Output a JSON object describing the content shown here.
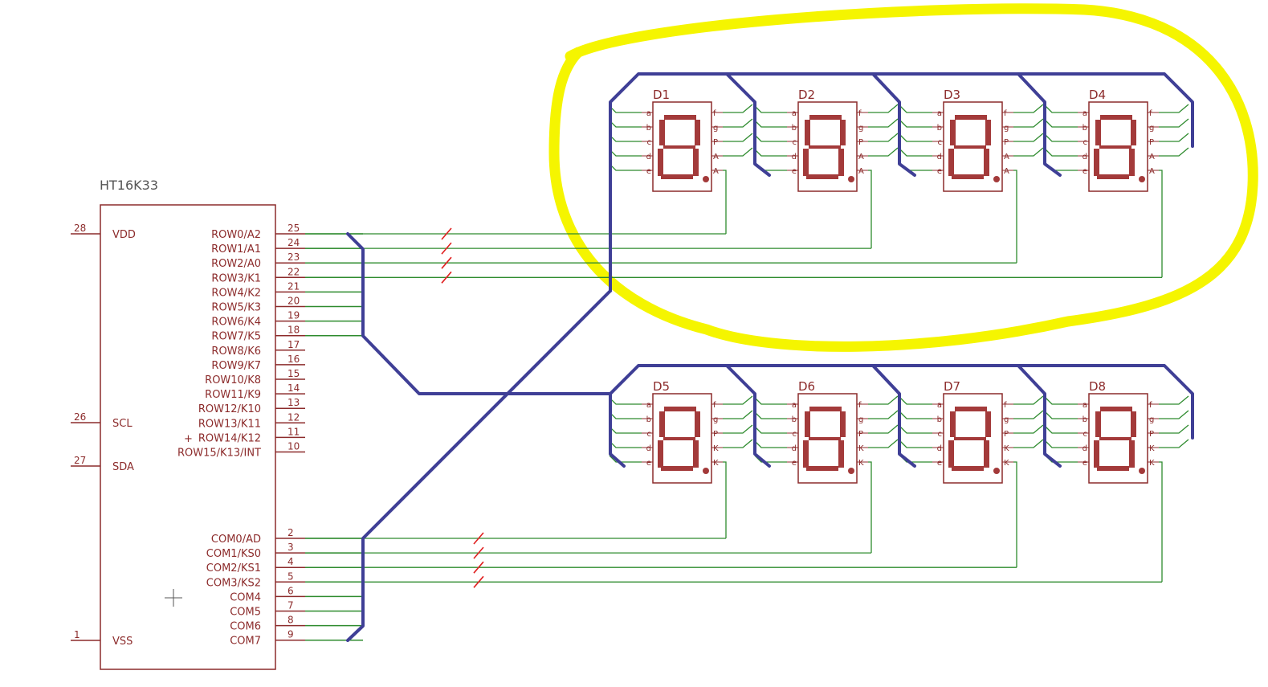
{
  "chip": {
    "name": "HT16K33",
    "left_pins": [
      {
        "num": "28",
        "label": "VDD"
      },
      {
        "num": "26",
        "label": "SCL"
      },
      {
        "num": "27",
        "label": "SDA"
      },
      {
        "num": "1",
        "label": "VSS"
      }
    ],
    "row_pins": [
      {
        "num": "25",
        "label": "ROW0/A2"
      },
      {
        "num": "24",
        "label": "ROW1/A1"
      },
      {
        "num": "23",
        "label": "ROW2/A0"
      },
      {
        "num": "22",
        "label": "ROW3/K1"
      },
      {
        "num": "21",
        "label": "ROW4/K2"
      },
      {
        "num": "20",
        "label": "ROW5/K3"
      },
      {
        "num": "19",
        "label": "ROW6/K4"
      },
      {
        "num": "18",
        "label": "ROW7/K5"
      },
      {
        "num": "17",
        "label": "ROW8/K6"
      },
      {
        "num": "16",
        "label": "ROW9/K7"
      },
      {
        "num": "15",
        "label": "ROW10/K8"
      },
      {
        "num": "14",
        "label": "ROW11/K9"
      },
      {
        "num": "13",
        "label": "ROW12/K10"
      },
      {
        "num": "12",
        "label": "ROW13/K11"
      },
      {
        "num": "11",
        "label": "ROW14/K12"
      },
      {
        "num": "10",
        "label": "ROW15/K13/INT"
      }
    ],
    "com_pins": [
      {
        "num": "2",
        "label": "COM0/AD"
      },
      {
        "num": "3",
        "label": "COM1/KS0"
      },
      {
        "num": "4",
        "label": "COM2/KS1"
      },
      {
        "num": "5",
        "label": "COM3/KS2"
      },
      {
        "num": "6",
        "label": "COM4"
      },
      {
        "num": "7",
        "label": "COM5"
      },
      {
        "num": "8",
        "label": "COM6"
      },
      {
        "num": "9",
        "label": "COM7"
      }
    ],
    "plus_mark": "+"
  },
  "displays": [
    {
      "name": "D1",
      "left_labels": [
        "a",
        "b",
        "c",
        "d",
        "e"
      ],
      "right_labels": [
        "f",
        "g",
        "P",
        "A",
        "A"
      ]
    },
    {
      "name": "D2",
      "left_labels": [
        "a",
        "b",
        "c",
        "d",
        "e"
      ],
      "right_labels": [
        "f",
        "g",
        "P",
        "A",
        "A"
      ]
    },
    {
      "name": "D3",
      "left_labels": [
        "a",
        "b",
        "c",
        "d",
        "e"
      ],
      "right_labels": [
        "f",
        "g",
        "P",
        "A",
        "A"
      ]
    },
    {
      "name": "D4",
      "left_labels": [
        "a",
        "b",
        "c",
        "d",
        "e"
      ],
      "right_labels": [
        "f",
        "g",
        "P",
        "A",
        "A"
      ]
    },
    {
      "name": "D5",
      "left_labels": [
        "a",
        "b",
        "c",
        "d",
        "e"
      ],
      "right_labels": [
        "f",
        "g",
        "P",
        "K",
        "K"
      ]
    },
    {
      "name": "D6",
      "left_labels": [
        "a",
        "b",
        "c",
        "d",
        "e"
      ],
      "right_labels": [
        "f",
        "g",
        "P",
        "K",
        "K"
      ]
    },
    {
      "name": "D7",
      "left_labels": [
        "a",
        "b",
        "c",
        "d",
        "e"
      ],
      "right_labels": [
        "f",
        "g",
        "P",
        "K",
        "K"
      ]
    },
    {
      "name": "D8",
      "left_labels": [
        "a",
        "b",
        "c",
        "d",
        "e"
      ],
      "right_labels": [
        "f",
        "g",
        "P",
        "K",
        "K"
      ]
    }
  ],
  "colors": {
    "component": "#8c2b2b",
    "segment": "#a33a3a",
    "wire": "#2e8b2e",
    "bus": "#3f3f96",
    "highlight": "#f5f500",
    "break_mark": "#e02020"
  }
}
